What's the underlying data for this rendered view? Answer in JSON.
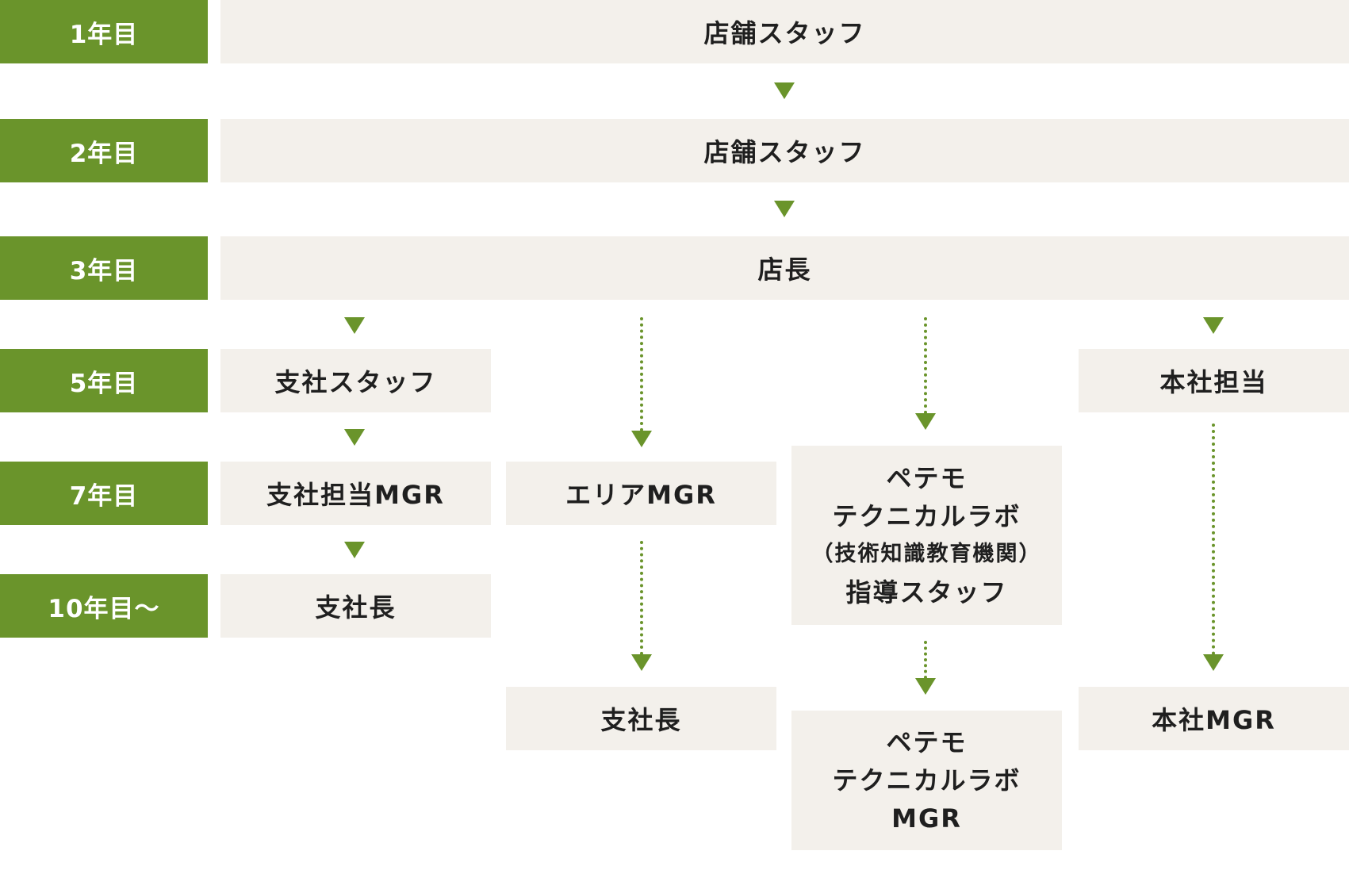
{
  "years": [
    "1年目",
    "2年目",
    "3年目",
    "5年目",
    "7年目",
    "10年目〜"
  ],
  "nodes": {
    "store_staff_y1": "店舗スタッフ",
    "store_staff_y2": "店舗スタッフ",
    "store_manager": "店長",
    "branch_staff": "支社スタッフ",
    "branch_mgr": "支社担当MGR",
    "branch_head_1": "支社長",
    "area_mgr": "エリアMGR",
    "branch_head_2": "支社長",
    "lab_staff": [
      "ペテモ",
      "テクニカルラボ",
      "（技術知識教育機関）",
      "指導スタッフ"
    ],
    "lab_mgr": [
      "ペテモ",
      "テクニカルラボ",
      "MGR"
    ],
    "hq_staff": "本社担当",
    "hq_mgr": "本社MGR"
  },
  "colors": {
    "accent": "#6a942b",
    "box_bg": "#f3f0eb",
    "text": "#1f1f1f"
  }
}
